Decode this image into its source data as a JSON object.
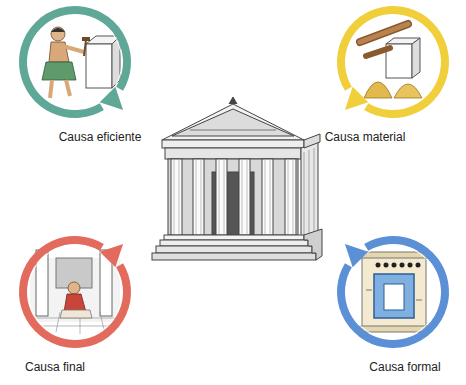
{
  "diagram": {
    "nodes": [
      {
        "text": [
          "Causa eficiente"
        ]
      },
      {
        "text": [
          "Causa material"
        ]
      },
      {
        "text": [
          "Causa final"
        ]
      },
      {
        "text": [
          "Causa formal"
        ]
      }
    ]
  }
}
